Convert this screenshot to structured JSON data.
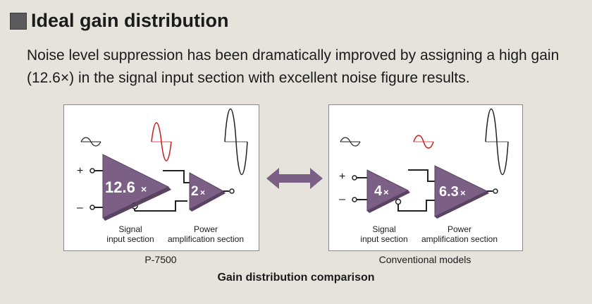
{
  "heading": {
    "title": "Ideal gain distribution"
  },
  "description": "Noise level suppression has been dramatically improved by assigning a high gain (12.6×) in the signal input section with excellent noise figure results.",
  "colors": {
    "amplifier": "#7c5f85",
    "arrow": "#7c5f85",
    "mid_wave": "#c8201e",
    "heading_square": "#5b5a5c",
    "background": "#e6e3dd"
  },
  "diagrams": [
    {
      "caption": "P-7500",
      "input_gain": "12.6",
      "output_gain": "2",
      "gain_suffix": "×",
      "plus": "+",
      "minus": "–",
      "input_label": [
        "Signal",
        "input section"
      ],
      "output_label": [
        "Power",
        "amplification section"
      ]
    },
    {
      "caption": "Conventional models",
      "input_gain": "4",
      "output_gain": "6.3",
      "gain_suffix": "×",
      "plus": "+",
      "minus": "–",
      "input_label": [
        "Signal",
        "input section"
      ],
      "output_label": [
        "Power",
        "amplification section"
      ]
    }
  ],
  "comparison_arrow": "double-headed-arrow",
  "figure_title": "Gain distribution comparison"
}
